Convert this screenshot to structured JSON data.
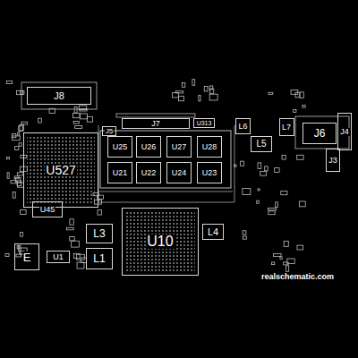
{
  "diagram": {
    "nodes": [
      {
        "text": [
          "J8"
        ]
      },
      {
        "text": [
          "U527"
        ]
      },
      {
        "text": [
          "J7"
        ]
      },
      {
        "text": [
          "J5"
        ]
      },
      {
        "text": [
          "U25"
        ]
      },
      {
        "text": [
          "U26"
        ]
      },
      {
        "text": [
          "U27"
        ]
      },
      {
        "text": [
          "U28"
        ]
      },
      {
        "text": [
          "U21"
        ]
      },
      {
        "text": [
          "U22"
        ]
      },
      {
        "text": [
          "U24"
        ]
      },
      {
        "text": [
          "U23"
        ]
      },
      {
        "text": [
          "U313"
        ]
      },
      {
        "text": [
          "L6"
        ]
      },
      {
        "text": [
          "L5"
        ]
      },
      {
        "text": [
          "L7"
        ]
      },
      {
        "text": [
          "J6"
        ]
      },
      {
        "text": [
          "J4"
        ]
      },
      {
        "text": [
          "J3"
        ]
      },
      {
        "text": [
          "U45"
        ]
      },
      {
        "text": [
          "U1"
        ]
      },
      {
        "text": [
          "E"
        ]
      },
      {
        "text": [
          "L3"
        ]
      },
      {
        "text": [
          "L1"
        ]
      },
      {
        "text": [
          "U10"
        ]
      },
      {
        "text": [
          "L4"
        ]
      }
    ],
    "edges": [],
    "labels": [
      "realschematic.com"
    ]
  }
}
